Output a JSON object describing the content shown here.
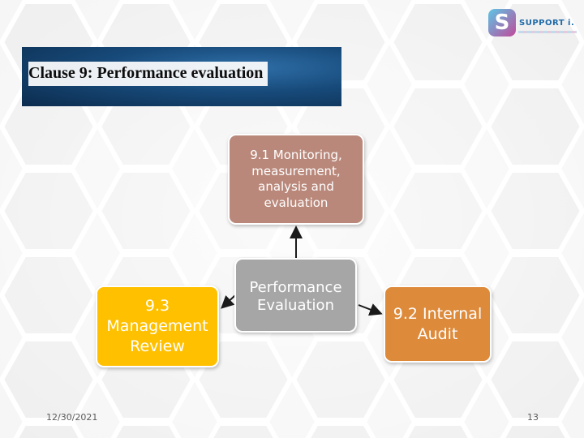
{
  "slide": {
    "title": "Clause 9: Performance evaluation",
    "logo": {
      "mark": "S",
      "text": "SUPPORT i."
    }
  },
  "diagram": {
    "center": "Performance Evaluation",
    "nodes": [
      {
        "id": "monitoring",
        "label": "9.1 Monitoring, measurement, analysis and evaluation",
        "color": "#b9887a"
      },
      {
        "id": "management_review",
        "label": "9.3 Management Review",
        "color": "#ffc000"
      },
      {
        "id": "internal_audit",
        "label": "9.2 Internal Audit",
        "color": "#dd8a3b"
      }
    ],
    "center_color": "#a6a6a6",
    "arrows": [
      {
        "from": "center",
        "to": "monitoring"
      },
      {
        "from": "center",
        "to": "management_review"
      },
      {
        "from": "center",
        "to": "internal_audit"
      }
    ]
  },
  "footer": {
    "date": "12/30/2021",
    "page": "13"
  },
  "colors": {
    "title_bar": "#174a7a",
    "background": "#f4f4f4"
  }
}
